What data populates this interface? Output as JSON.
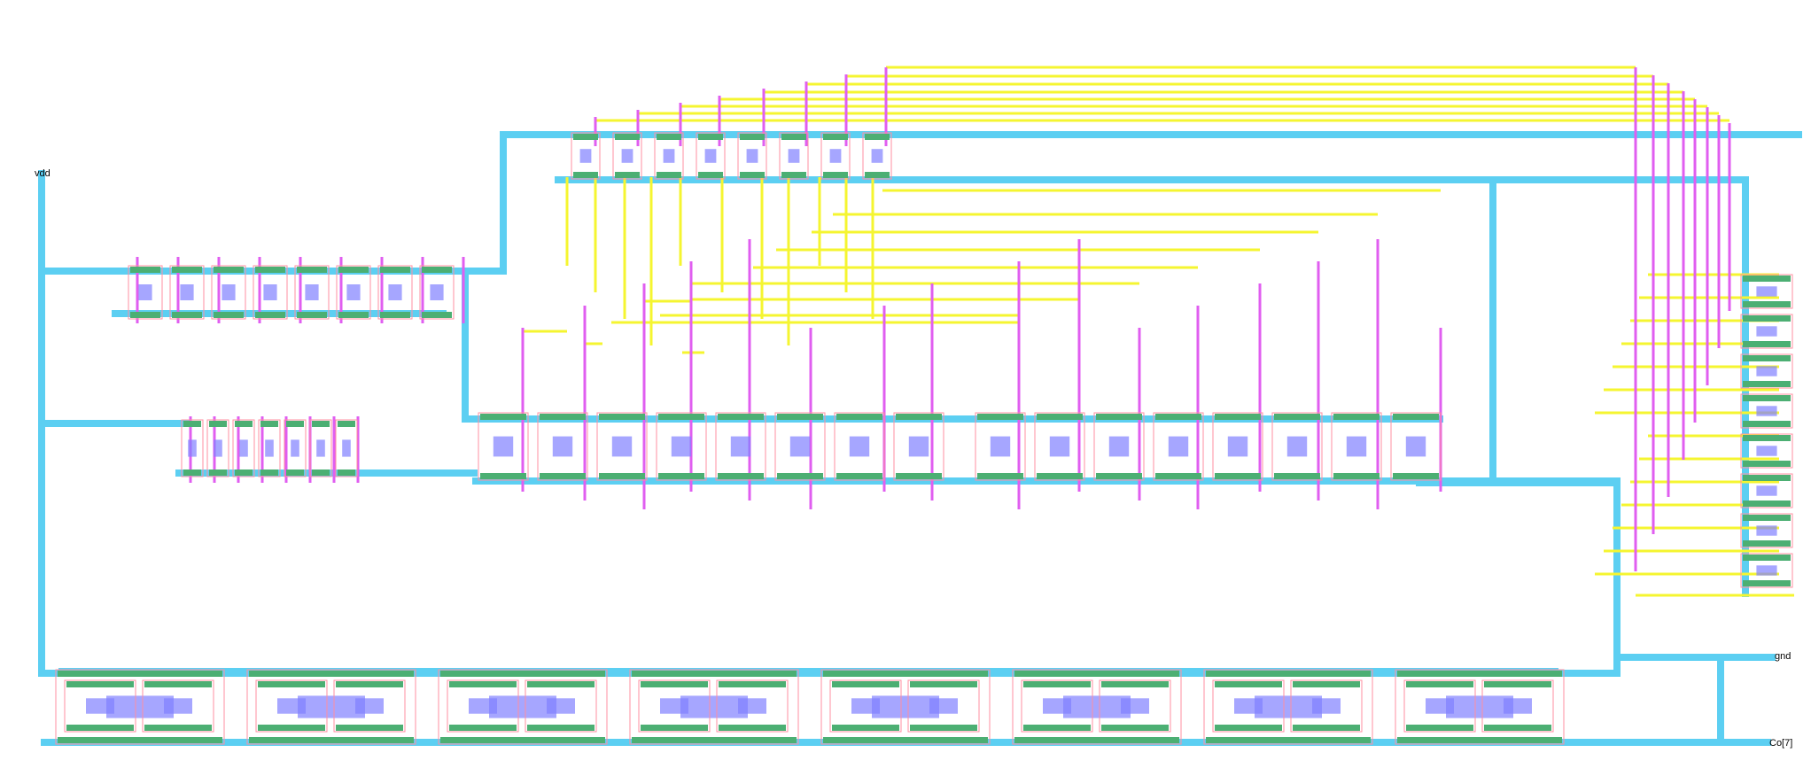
{
  "pins": {
    "vdd": "vdd",
    "gnd": "gnd",
    "carry_out": "Co[7]"
  },
  "colors": {
    "background": "#ffffff",
    "power_rail": "#5ccff2",
    "metal_vertical": "#e05ef0",
    "metal_horizontal": "#f5f530",
    "diffusion": "#4caf73",
    "cell_outline": "#ff8fa0",
    "contact": "#8080ff",
    "label_text": "#000000"
  },
  "layout": {
    "cell_rows": [
      "top-register",
      "left-register-upper",
      "left-register-lower",
      "middle-logic-row",
      "right-column",
      "bottom-adder-row"
    ],
    "bottom_adder_count": 8,
    "middle_cell_count": 16,
    "top_cell_count": 8,
    "right_cell_count": 8
  }
}
